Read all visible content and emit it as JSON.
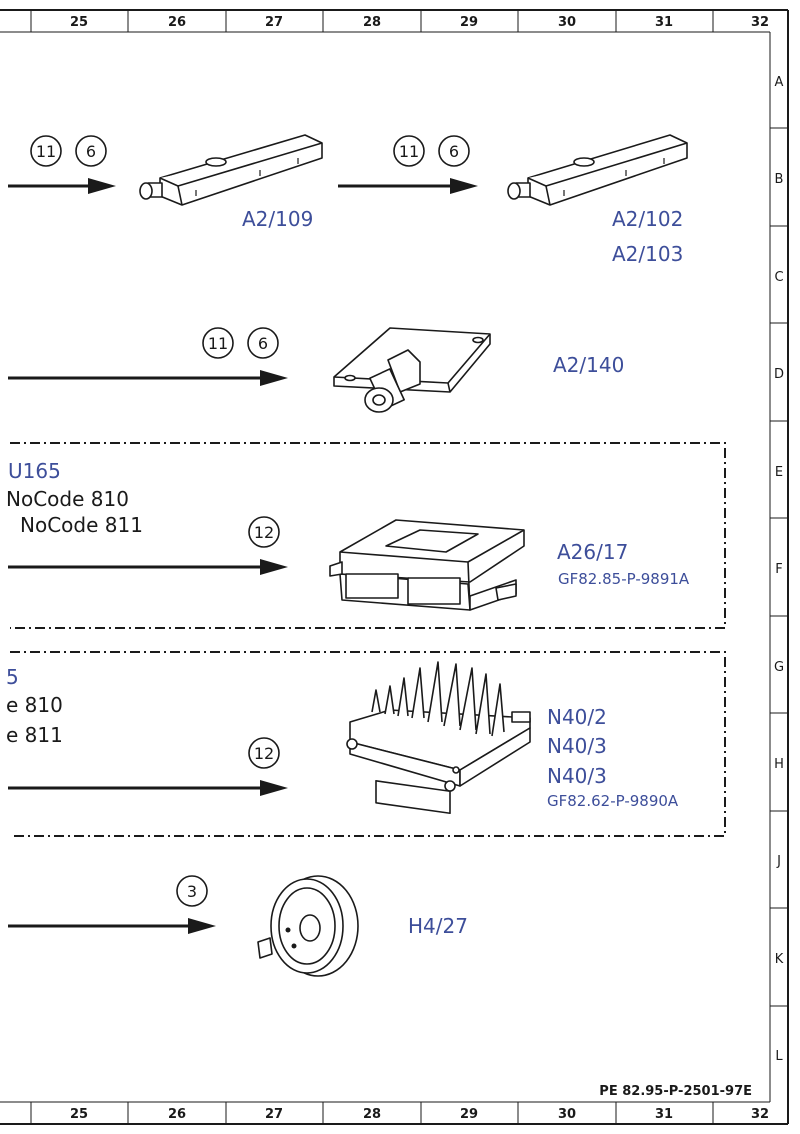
{
  "grid": {
    "columns": [
      "25",
      "26",
      "27",
      "28",
      "29",
      "30",
      "31",
      "32"
    ],
    "rows": [
      "A",
      "B",
      "C",
      "D",
      "E",
      "F",
      "G",
      "H",
      "J",
      "K",
      "L"
    ]
  },
  "callouts": {
    "b_left_1": "11",
    "b_left_2": "6",
    "b_mid_1": "11",
    "b_mid_2": "6",
    "d_1": "11",
    "d_2": "6",
    "f_1": "12",
    "h_1": "12",
    "k_1": "3"
  },
  "components": {
    "a2_109": "A2/109",
    "a2_102": "A2/102",
    "a2_103": "A2/103",
    "a2_140": "A2/140",
    "a26_17": "A26/17",
    "a26_17_ref": "GF82.85-P-9891A",
    "n40_2": "N40/2",
    "n40_3a": "N40/3",
    "n40_3b": "N40/3",
    "n40_ref": "GF82.62-P-9890A",
    "h4_27": "H4/27"
  },
  "blocks": {
    "box1_line1": "U165",
    "box1_line2": "NoCode 810",
    "box1_line3": "NoCode 811",
    "box2_line1": "5",
    "box2_line2": "e 810",
    "box2_line3": "e 811"
  },
  "document_id": "PE 82.95-P-2501-97E"
}
